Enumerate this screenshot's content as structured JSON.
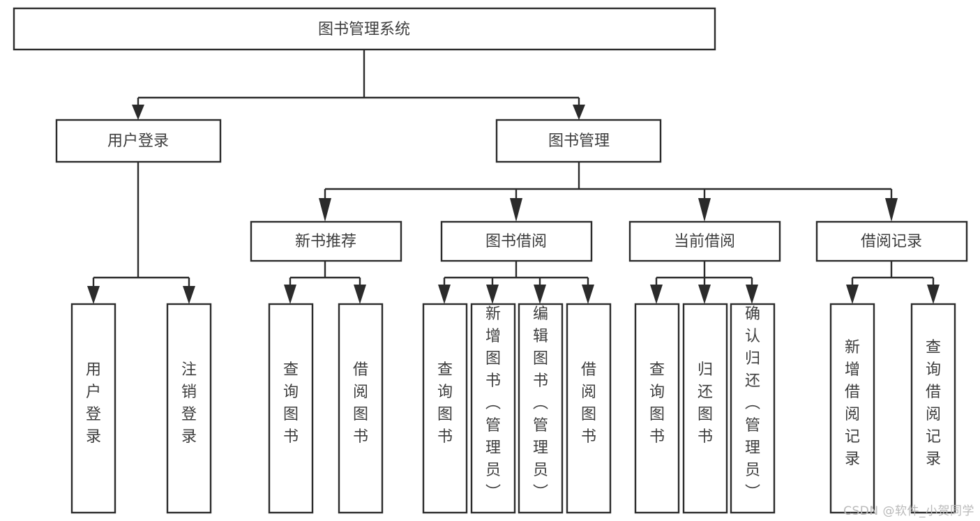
{
  "diagram": {
    "type": "tree-hierarchy-flowchart",
    "title": "图书管理系统",
    "watermark": "CSDN @软件_小贺同学",
    "colors": {
      "stroke": "#2b2b2b",
      "fill": "#ffffff",
      "text": "#3d3d3d",
      "background": "#ffffff",
      "watermark": "#b9b9b9"
    },
    "levels": [
      {
        "level": 0,
        "nodes": [
          {
            "id": "root",
            "label": "图书管理系统",
            "orientation": "horizontal"
          }
        ]
      },
      {
        "level": 1,
        "nodes": [
          {
            "id": "login",
            "label": "用户登录",
            "orientation": "horizontal",
            "parent": "root"
          },
          {
            "id": "bookmgmt",
            "label": "图书管理",
            "orientation": "horizontal",
            "parent": "root"
          }
        ]
      },
      {
        "level": 2,
        "nodes": [
          {
            "id": "newbook",
            "label": "新书推荐",
            "orientation": "horizontal",
            "parent": "bookmgmt"
          },
          {
            "id": "borrow",
            "label": "图书借阅",
            "orientation": "horizontal",
            "parent": "bookmgmt"
          },
          {
            "id": "current",
            "label": "当前借阅",
            "orientation": "horizontal",
            "parent": "bookmgmt"
          },
          {
            "id": "records",
            "label": "借阅记录",
            "orientation": "horizontal",
            "parent": "bookmgmt"
          }
        ]
      },
      {
        "level": 3,
        "nodes": [
          {
            "id": "leaf-user-login",
            "label": "用户登录",
            "orientation": "vertical",
            "parent": "login"
          },
          {
            "id": "leaf-user-logout",
            "label": "注销登录",
            "orientation": "vertical",
            "parent": "login"
          },
          {
            "id": "leaf-query-book-1",
            "label": "查询图书",
            "orientation": "vertical",
            "parent": "newbook"
          },
          {
            "id": "leaf-borrow-book-1",
            "label": "借阅图书",
            "orientation": "vertical",
            "parent": "newbook"
          },
          {
            "id": "leaf-query-book-2",
            "label": "查询图书",
            "orientation": "vertical",
            "parent": "borrow"
          },
          {
            "id": "leaf-add-book",
            "label": "新增图书（管理员）",
            "orientation": "vertical",
            "parent": "borrow"
          },
          {
            "id": "leaf-edit-book",
            "label": "编辑图书（管理员）",
            "orientation": "vertical",
            "parent": "borrow"
          },
          {
            "id": "leaf-borrow-book-2",
            "label": "借阅图书",
            "orientation": "vertical",
            "parent": "borrow"
          },
          {
            "id": "leaf-query-book-3",
            "label": "查询图书",
            "orientation": "vertical",
            "parent": "current"
          },
          {
            "id": "leaf-return-book",
            "label": "归还图书",
            "orientation": "vertical",
            "parent": "current"
          },
          {
            "id": "leaf-confirm-return",
            "label": "确认归还（管理员）",
            "orientation": "vertical",
            "parent": "current"
          },
          {
            "id": "leaf-add-record",
            "label": "新增借阅记录",
            "orientation": "vertical",
            "parent": "records"
          },
          {
            "id": "leaf-query-record",
            "label": "查询借阅记录",
            "orientation": "vertical",
            "parent": "records"
          }
        ]
      }
    ]
  }
}
